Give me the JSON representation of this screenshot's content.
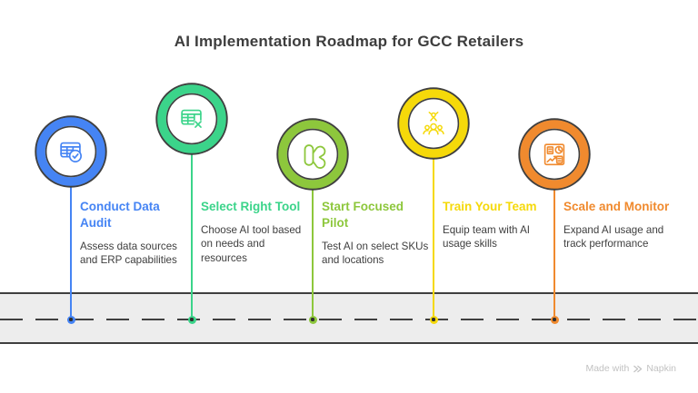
{
  "title": "AI Implementation Roadmap for GCC Retailers",
  "steps": [
    {
      "heading": "Conduct Data Audit",
      "description": "Assess data sources and ERP capabilities",
      "color": "#4584F4",
      "icon": "table-check-icon"
    },
    {
      "heading": "Select Right Tool",
      "description": "Choose AI tool based on needs and resources",
      "color": "#3BD48A",
      "icon": "table-x-icon"
    },
    {
      "heading": "Start Focused Pilot",
      "description": "Test AI on select SKUs and locations",
      "color": "#8DC73C",
      "icon": "pilot-k-icon"
    },
    {
      "heading": "Train Your Team",
      "description": "Equip team with AI usage skills",
      "color": "#F5D90A",
      "icon": "team-training-icon"
    },
    {
      "heading": "Scale and Monitor",
      "description": "Expand AI usage and track performance",
      "color": "#F08A2E",
      "icon": "dashboard-monitor-icon"
    }
  ],
  "palette": {
    "outline": "#3F3F3F",
    "road_fill": "#EDEDED",
    "road_line": "#3F3F3F",
    "title_text": "#3D3D3D",
    "body_text": "#3E3E3E",
    "watermark_text": "#C2C2C2"
  },
  "watermark": {
    "prefix": "Made with",
    "brand": "Napkin"
  }
}
